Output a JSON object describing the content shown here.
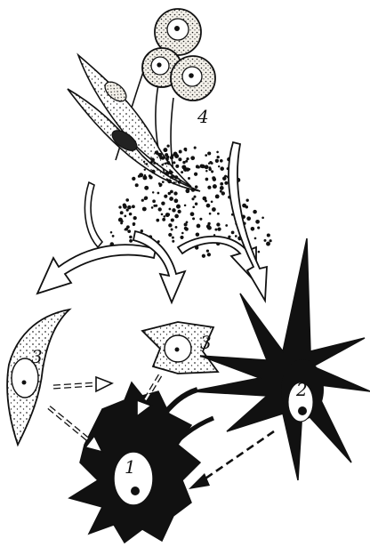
{
  "diagram": {
    "labels": {
      "source_cluster": "4",
      "cell_left": "3",
      "cell_center": "3",
      "cell_black_large": "1",
      "cell_black_right": "2"
    },
    "colors": {
      "ink": "#111111",
      "paper": "#ffffff",
      "cell_fill": "#f4f1ea"
    }
  }
}
